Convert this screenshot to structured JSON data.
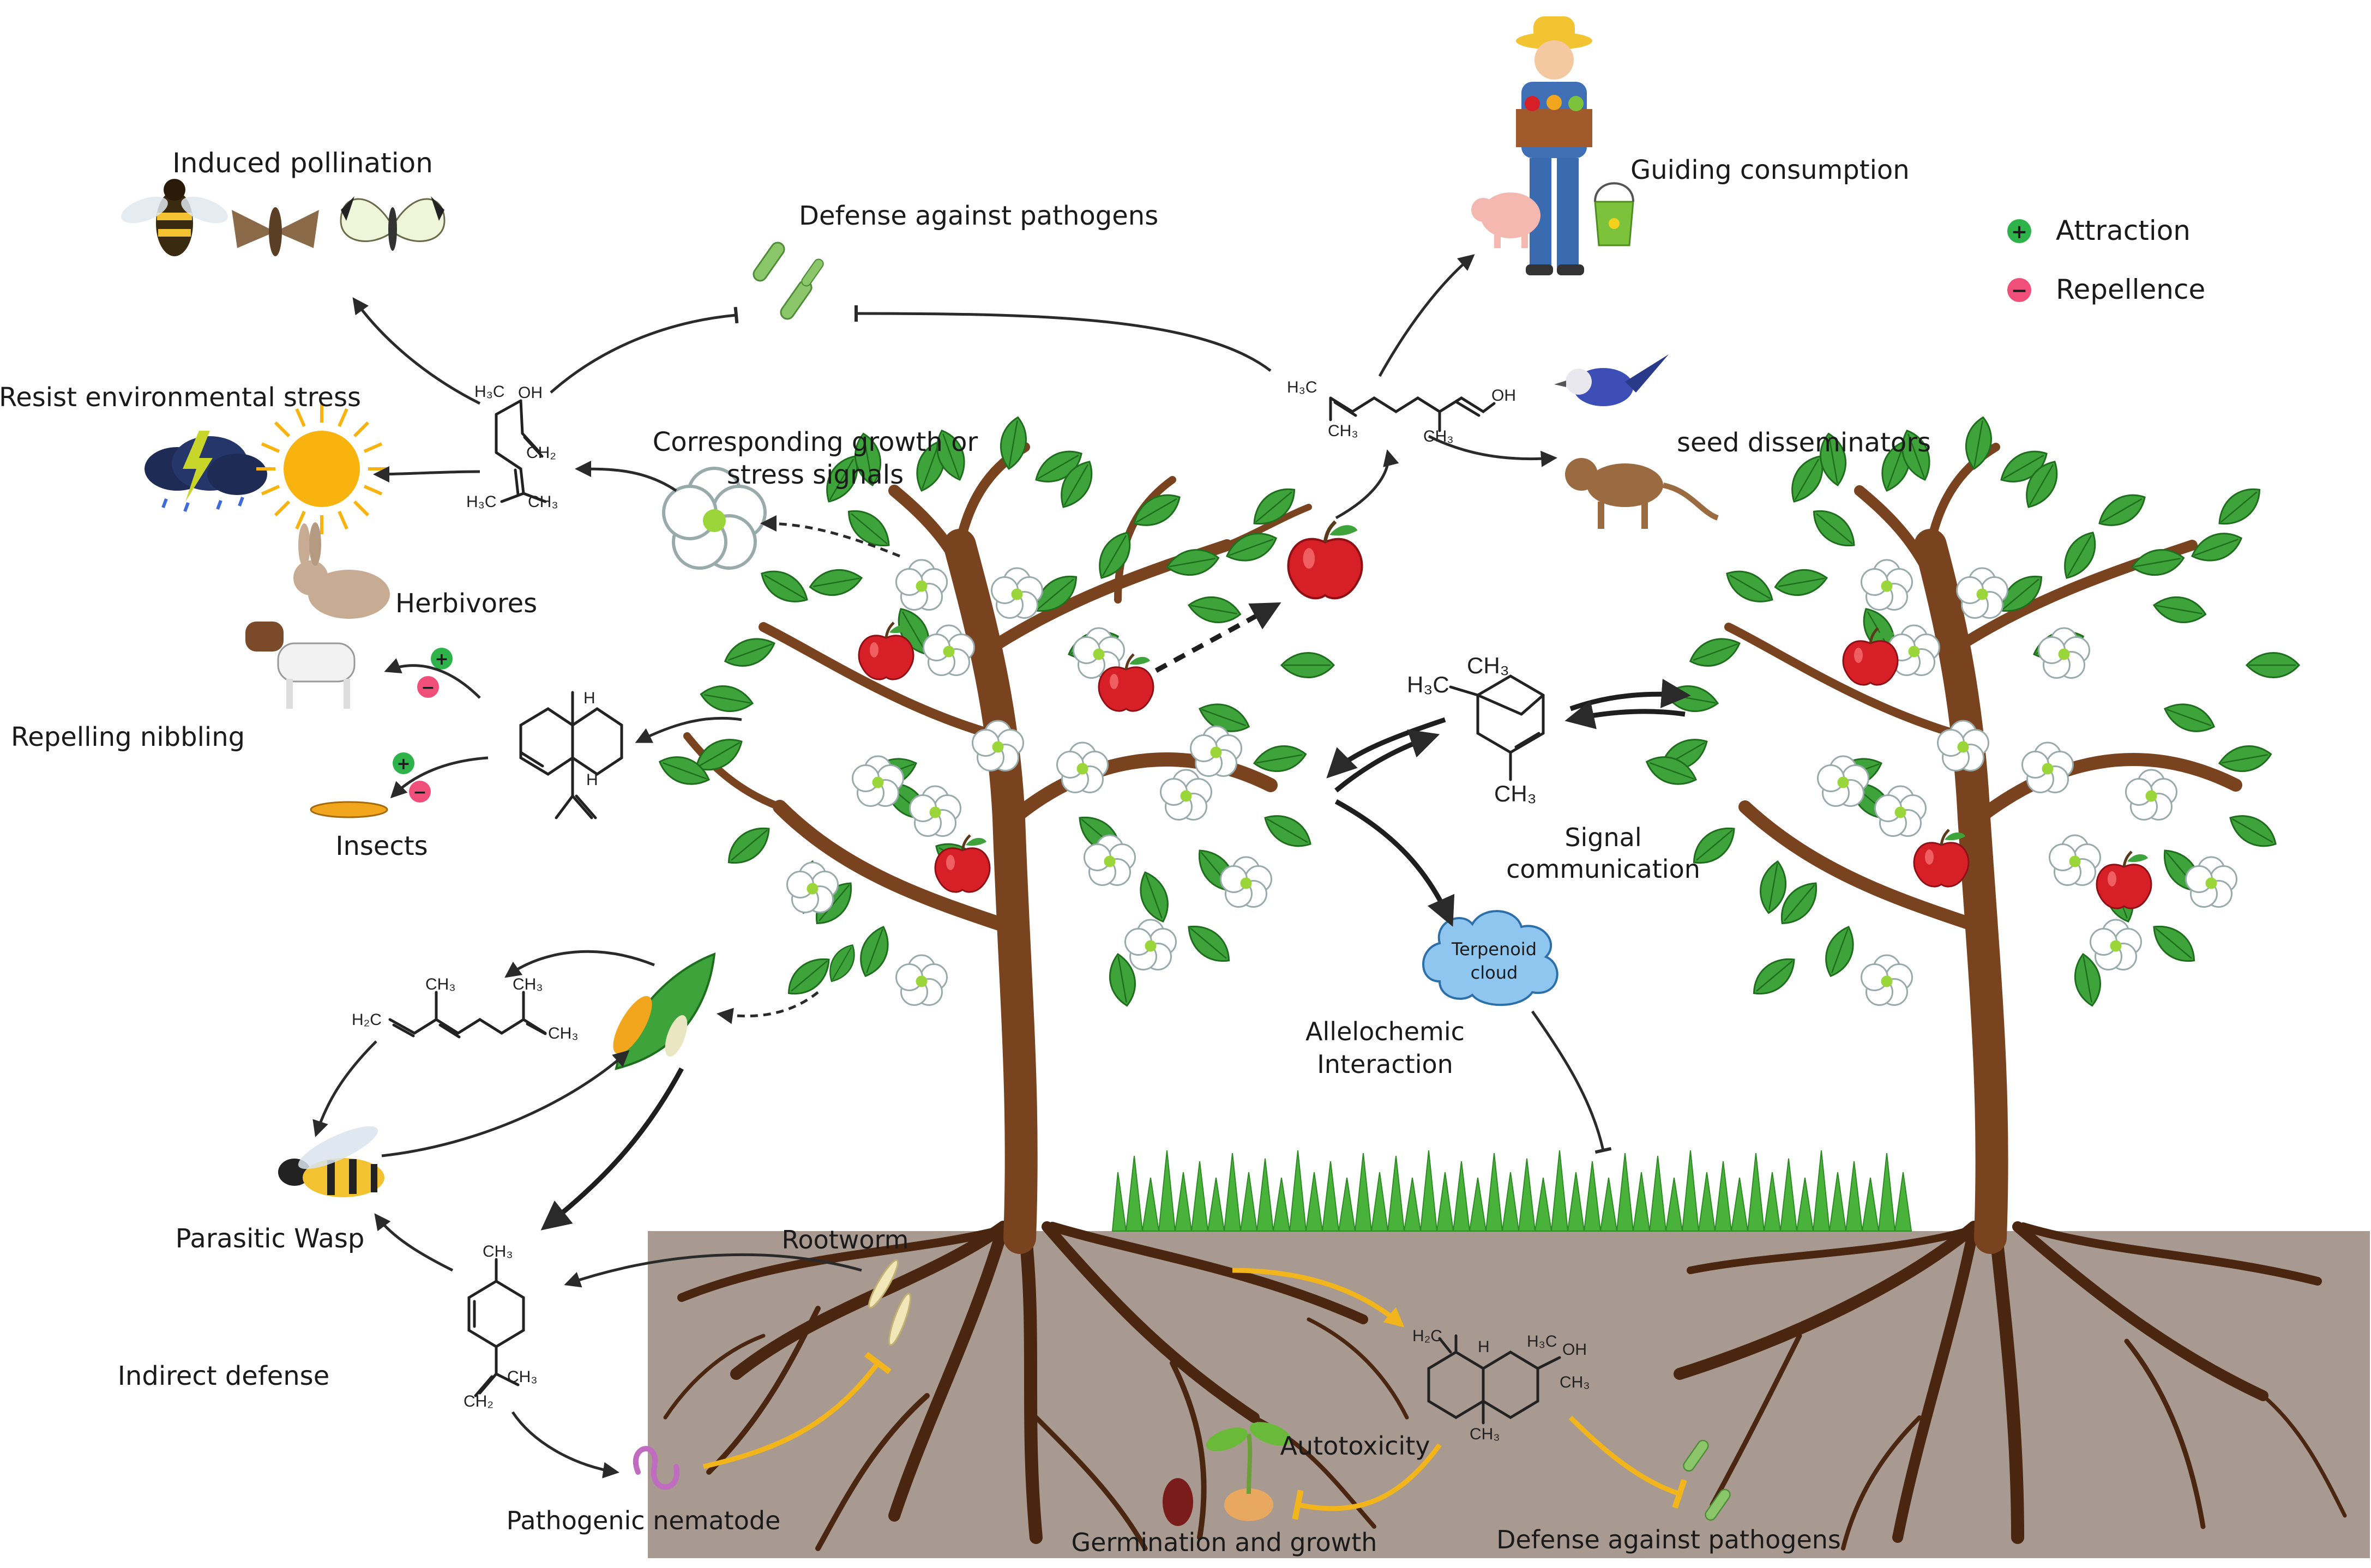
{
  "labels": {
    "induced_pollination": "Induced pollination",
    "defense_pathogens_top": "Defense against pathogens",
    "guiding_consumption": "Guiding consumption",
    "attraction": "Attraction",
    "repellence": "Repellence",
    "resist_stress": "Resist environmental stress",
    "growth_signals_1": "Corresponding growth or",
    "growth_signals_2": "stress signals",
    "seed_disseminators": "seed disseminators",
    "herbivores": "Herbivores",
    "repelling_nibbling": "Repelling  nibbling",
    "insects": "Insects",
    "signal_comm_1": "Signal",
    "signal_comm_2": "communication",
    "terpenoid_cloud_1": "Terpenoid",
    "terpenoid_cloud_2": "cloud",
    "allelochemic_1": "Allelochemic",
    "allelochemic_2": "Interaction",
    "parasitic_wasp": "Parasitic Wasp",
    "rootworm": "Rootworm",
    "indirect_defense": "Indirect defense",
    "autotoxicity": "Autotoxicity",
    "pathogenic_nematode": "Pathogenic nematode",
    "germination": "Germination and growth",
    "defense_pathogens_bottom": "Defense against pathogens"
  },
  "chem": {
    "h3c": "H₃C",
    "ch3": "CH₃",
    "ch2": "CH₂",
    "h2c": "H₂C",
    "oh": "OH",
    "h": "H"
  },
  "legend_symbols": {
    "plus": "+",
    "minus": "−"
  },
  "colors": {
    "leaf": "#3ea33a",
    "leaf_dark": "#1f6e1e",
    "trunk": "#7a4320",
    "root": "#4a2610",
    "soil": "#a89a90",
    "grass": "#49b23a",
    "apple": "#d61f26",
    "cloud": "#8ec6f0",
    "attraction": "#2db34a",
    "repellence": "#ef4f78",
    "yellow_arrow": "#f2b51c"
  }
}
